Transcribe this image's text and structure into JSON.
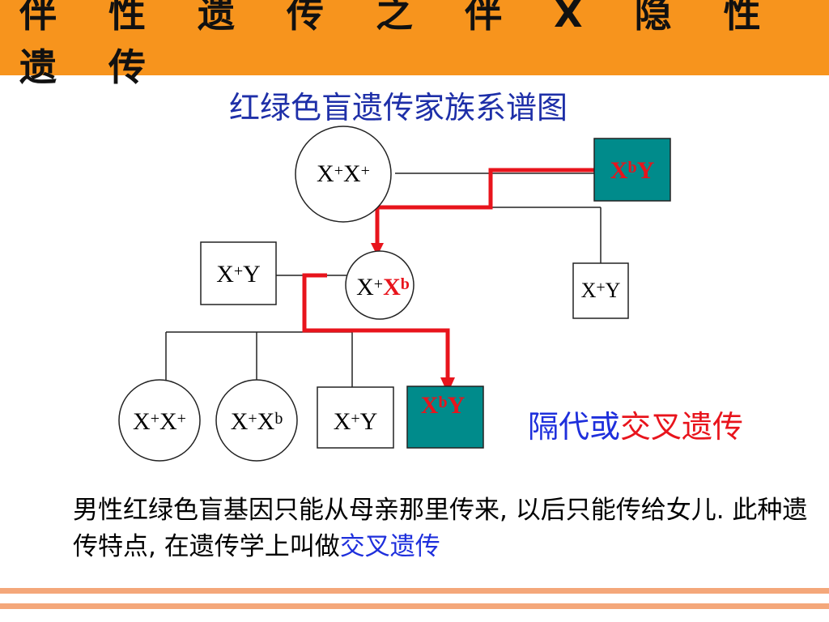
{
  "title": "伴 性 遗 传 之 伴 X 隐 性 遗 传",
  "subtitle": "红绿色盲遗传家族系谱图",
  "nodes": {
    "grandmother": {
      "label_main": "X",
      "sup1": "+",
      "label_mid": "X",
      "sup2": "+"
    },
    "grandfather": {
      "label_main": "X",
      "sup1": "b",
      "label_mid": "Y"
    },
    "uncle": {
      "label_main": "X",
      "sup1": "+",
      "label_mid": "Y"
    },
    "father": {
      "label_main": "X",
      "sup1": "+",
      "label_mid": "Y"
    },
    "mother": {
      "label_main": "X",
      "sup1": "+",
      "label_mid": "X",
      "sup2": "b"
    },
    "daughter1": {
      "label_main": "X",
      "sup1": "+",
      "label_mid": "X",
      "sup2": "+"
    },
    "daughter2": {
      "label_main": "X",
      "sup1": "+",
      "label_mid": "X",
      "sup2": "b"
    },
    "son1": {
      "label_main": "X",
      "sup1": "+",
      "label_mid": "Y"
    },
    "son2": {
      "label_main": "X",
      "sup1": "b",
      "label_mid": "Y"
    }
  },
  "pattern": {
    "part1": "隔代或",
    "part2": "交叉遗传"
  },
  "description": {
    "text": "男性红绿色盲基因只能从母亲那里传来, 以后只能传给女儿. 此种遗传特点, 在遗传学上叫做",
    "highlight": "交叉遗传"
  },
  "colors": {
    "header": "#f7941d",
    "affected_fill": "#008b8b",
    "inheritance_path": "#e8141c",
    "subtitle": "#1e2fa8",
    "blue_text": "#1e2fdc",
    "red_text": "#e8141c",
    "rule": "#f4a77a"
  }
}
